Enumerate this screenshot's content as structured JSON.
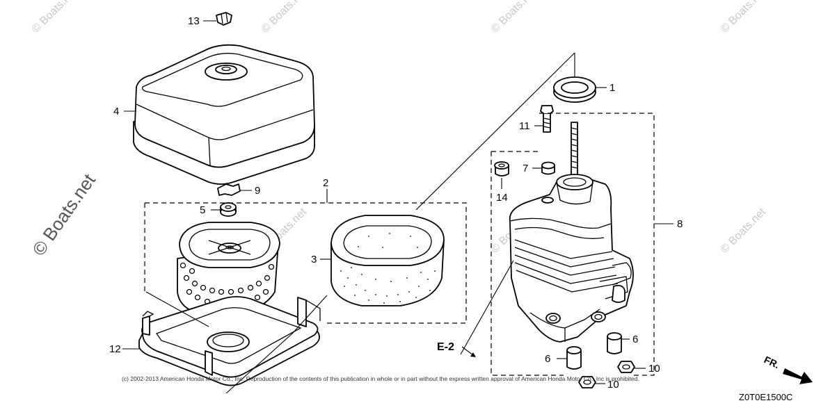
{
  "watermark": {
    "text": "© Boats.net"
  },
  "callouts": {
    "c1": "1",
    "c2": "2",
    "c3": "3",
    "c4": "4",
    "c5": "5",
    "c6a": "6",
    "c6b": "6",
    "c7": "7",
    "c8": "8",
    "c9": "9",
    "c10a": "10",
    "c10b": "10",
    "c11": "11",
    "c12": "12",
    "c13": "13",
    "c14": "14"
  },
  "reference": "E-2",
  "direction": "FR.",
  "copyright": "(c) 2002-2013 American Honda Motor Co., Inc. Reproduction of the contents of this publication in whole or in part without the express written approval of American Honda Motor Co., Inc is prohibited.",
  "diagram_code": "Z0T0E1500C",
  "colors": {
    "line": "#000000",
    "watermark": "#c8c8c8"
  }
}
